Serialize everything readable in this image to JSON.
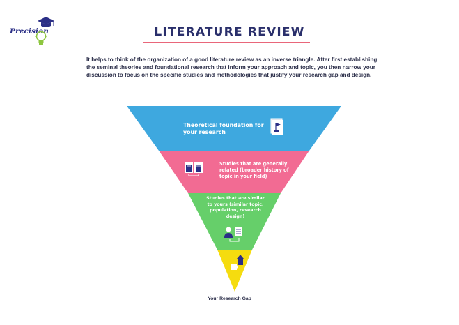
{
  "logo": {
    "text": "Precision"
  },
  "header": {
    "title": "LITERATURE REVIEW"
  },
  "intro": {
    "text": "It helps to think of the organization of a good literature review as an inverse triangle. After first establishing the seminal theories and foundational research that inform your approach and topic, you then narrow your discussion to focus on the specific studies and methodologies that justify your research gap and design."
  },
  "triangle": {
    "levels": [
      {
        "label": "Theoretical foundation for your research",
        "color": "#3ea8df",
        "icon": "document-flag-icon"
      },
      {
        "label": "Studies that are generally related (broader history of topic in your field)",
        "color": "#f26b93",
        "icon": "open-books-icon"
      },
      {
        "label": "Studies that are similar to yours (similar topic, population, research design)",
        "color": "#66cf6a",
        "icon": "researcher-document-icon"
      },
      {
        "label": "",
        "color": "#f5dc0f",
        "icon": "puzzle-pieces-icon"
      }
    ],
    "caption": "Your Research Gap"
  },
  "colors": {
    "title": "#2a2f6b",
    "title_rule": "#e9667a",
    "text": "#2c2f4a"
  }
}
